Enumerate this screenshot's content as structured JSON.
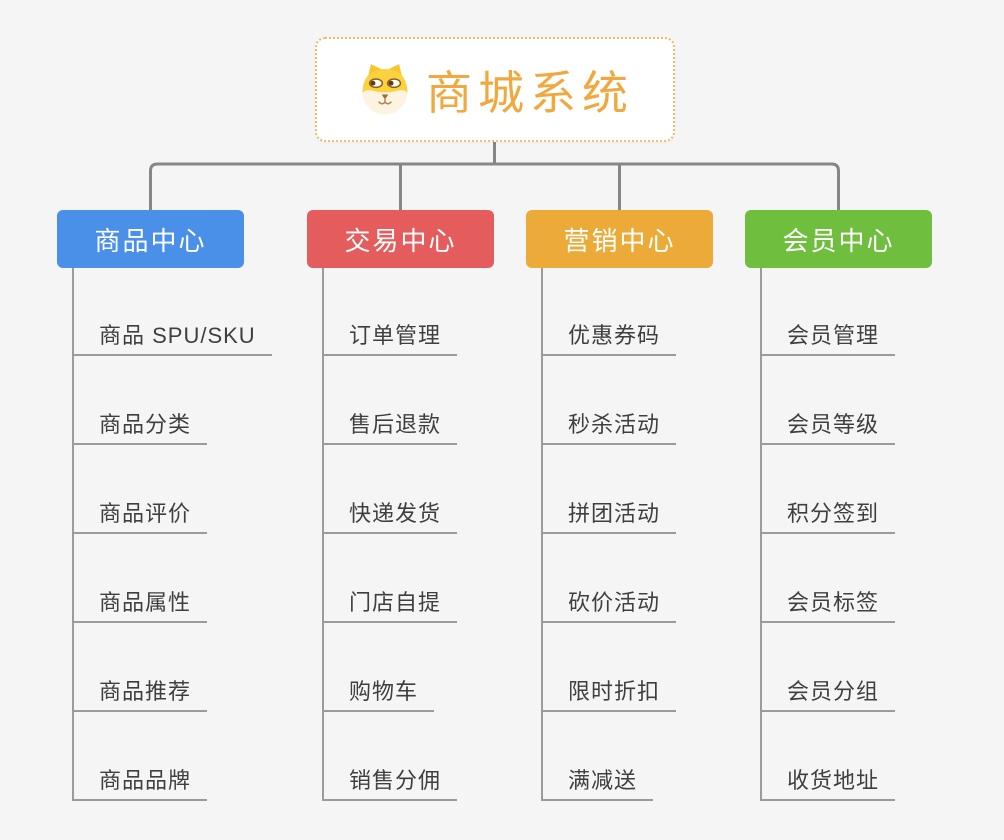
{
  "root": {
    "title": "商城系统",
    "icon": "shiba-dog-icon"
  },
  "branches": [
    {
      "id": "product-center",
      "label": "商品中心",
      "color": "#4a90e8",
      "items": [
        "商品 SPU/SKU",
        "商品分类",
        "商品评价",
        "商品属性",
        "商品推荐",
        "商品品牌"
      ]
    },
    {
      "id": "trade-center",
      "label": "交易中心",
      "color": "#e45c5c",
      "items": [
        "订单管理",
        "售后退款",
        "快递发货",
        "门店自提",
        "购物车",
        "销售分佣"
      ]
    },
    {
      "id": "marketing-center",
      "label": "营销中心",
      "color": "#ecaa38",
      "items": [
        "优惠券码",
        "秒杀活动",
        "拼团活动",
        "砍价活动",
        "限时折扣",
        "满减送"
      ]
    },
    {
      "id": "member-center",
      "label": "会员中心",
      "color": "#6fbe3e",
      "items": [
        "会员管理",
        "会员等级",
        "积分签到",
        "会员标签",
        "会员分组",
        "收货地址"
      ]
    }
  ],
  "theme": {
    "background": "#f5f5f5",
    "connector_color": "#868686",
    "spine_color": "#9b9b9b",
    "leaf_text_color": "#3f3f3f",
    "root_text_color": "#f1a83e",
    "root_border_color": "#f4b763",
    "card_background": "#ffffff"
  }
}
